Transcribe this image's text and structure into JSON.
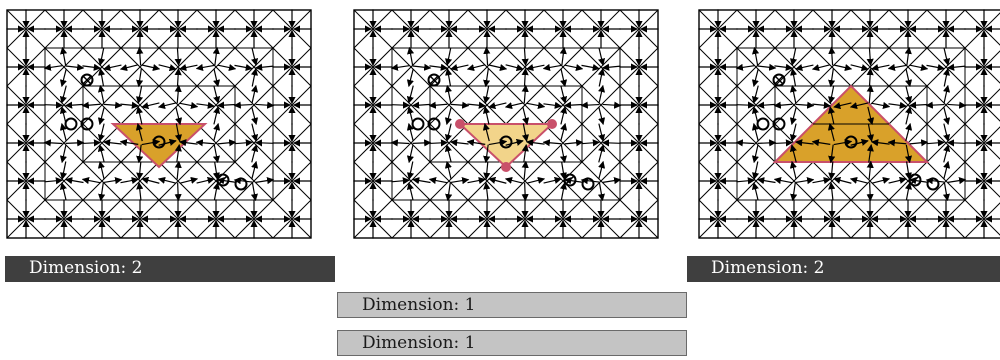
{
  "panels": [
    {
      "id": "left",
      "label": "Dimension: 2"
    },
    {
      "id": "middle",
      "labels": [
        "Dimension: 1",
        "Dimension: 1"
      ]
    },
    {
      "id": "right",
      "label": "Dimension: 2"
    }
  ],
  "colors": {
    "cell_fill_dark": "#d9a12a",
    "cell_fill_light": "#f2d48a",
    "cell_edge": "#c9506a",
    "vertex_dot": "#c9506a",
    "label_dark_bg": "#3f3f3f",
    "label_light_bg": "#c4c4c4"
  }
}
